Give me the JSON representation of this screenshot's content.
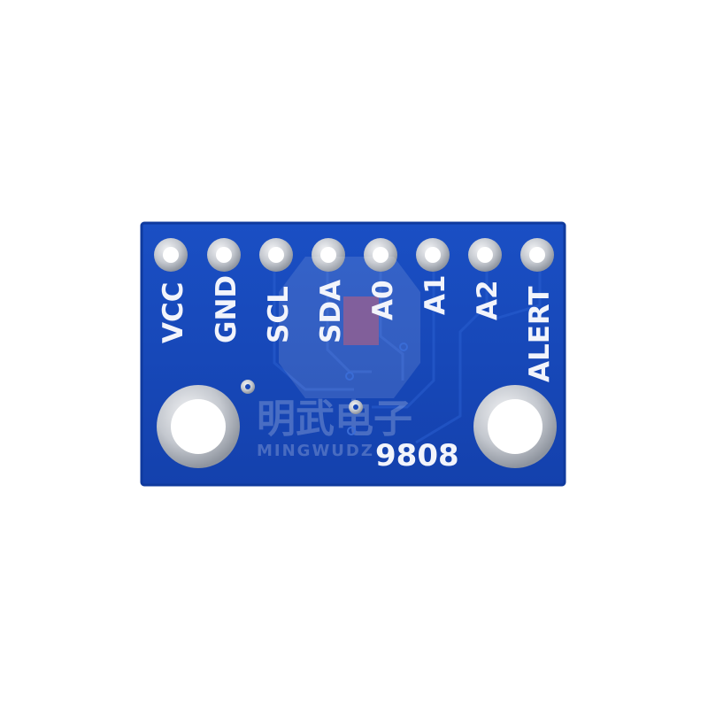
{
  "board": {
    "pin_labels": [
      "VCC",
      "GND",
      "SCL",
      "SDA",
      "A0",
      "A1",
      "A2",
      "ALERT"
    ],
    "part_number": "9808",
    "colors": {
      "pcb": "#1747b8",
      "pcb_edge": "#0f3a9e",
      "pad": "#c9ccd2",
      "hole": "#ffffff",
      "silkscreen": "#f2f4fb"
    }
  },
  "watermark": {
    "text_cn": "明武电子",
    "text_en": "MINGWUDZ"
  }
}
